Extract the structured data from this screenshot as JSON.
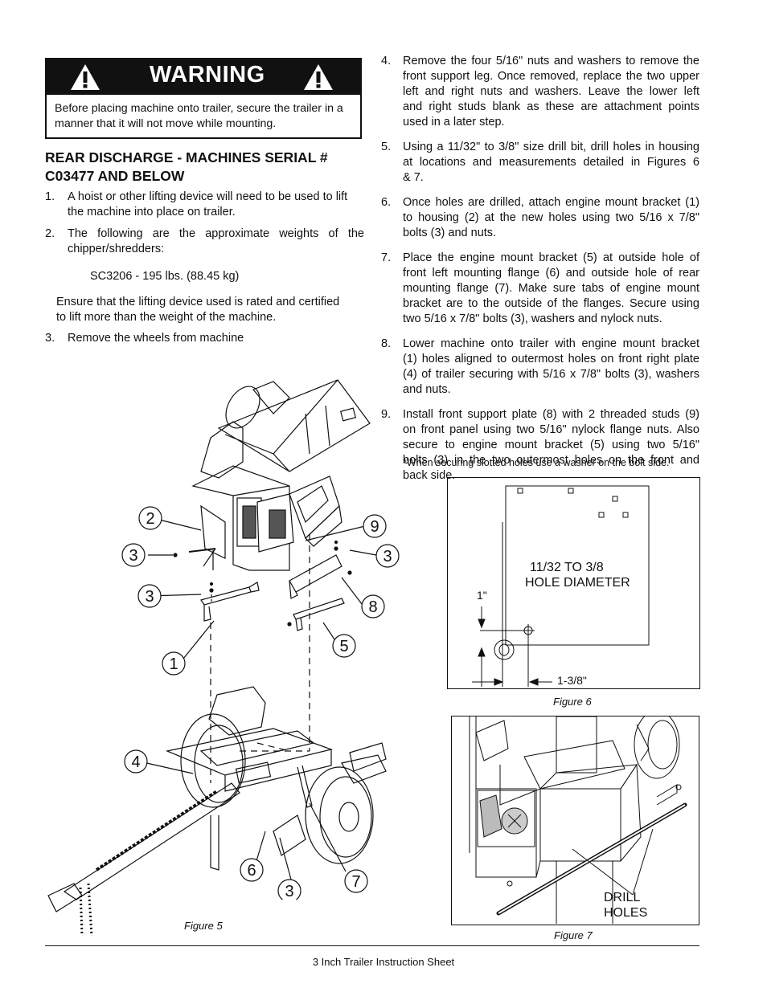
{
  "warning": {
    "title": "WARNING",
    "text": "Before placing machine onto trailer, secure the trailer in a manner that it will not move while mounting."
  },
  "section": {
    "heading_line1": "REAR DISCHARGE - MACHINES SERIAL #",
    "heading_line2": "C03477 AND BELOW"
  },
  "steps_left": [
    {
      "num": "1.",
      "line1": "A hoist or other lifting device will need to be used to lift",
      "line2": "the machine into place on trailer."
    },
    {
      "num": "2.",
      "line1": "The following are the approximate weights of the",
      "line2": "chipper/shredders:"
    },
    {
      "num": "3.",
      "line1": "Remove the wheels from machine",
      "line2": ""
    }
  ],
  "weight": "SC3206 - 195 lbs. (88.45 kg)",
  "ensure_line1": "Ensure that the lifting device used is rated and certified",
  "ensure_line2": "to lift more than the weight of the machine.",
  "steps_right": [
    {
      "num": "4.",
      "lines": [
        "Remove the four 5/16\" nuts and washers to remove the",
        "front support leg. Once removed, replace the two upper",
        "left and right nuts and washers. Leave the lower left",
        "and right studs blank as these are attachment points",
        "used in a later step."
      ]
    },
    {
      "num": "5.",
      "lines": [
        "Using a 11/32\" to 3/8\" size drill bit, drill holes in housing",
        "at locations and measurements detailed in Figures 6",
        "& 7."
      ]
    },
    {
      "num": "6.",
      "lines": [
        "Once holes are drilled, attach engine mount bracket (1)",
        "to housing (2) at the new holes using two 5/16 x 7/8\"",
        "bolts (3) and nuts."
      ]
    },
    {
      "num": "7.",
      "lines": [
        "Place the  engine mount bracket (5) at outside hole of",
        "front left mounting flange (6) and outside hole of rear",
        "mounting flange (7). Make sure tabs of engine mount",
        "bracket are to the outside of the flanges. Secure using",
        "two 5/16 x 7/8\" bolts (3), washers and nylock nuts."
      ]
    },
    {
      "num": "8.",
      "lines": [
        "Lower machine onto trailer with engine mount bracket",
        "(1) holes aligned to outermost holes on front right plate",
        "(4) of trailer securing with 5/16 x 7/8\" bolts (3), washers",
        "and nuts."
      ]
    },
    {
      "num": "9.",
      "lines": [
        "Install front support plate (8) with 2 threaded studs (9)",
        "on front panel using two 5/16\" nylock flange nuts. Also",
        "secure to engine mount bracket (5) using two 5/16\"",
        "bolts (3) in the two outermost holes on the front and",
        "back side."
      ]
    }
  ],
  "note": "*When securing slotted holes use a washer on the bolt side.",
  "figure5": {
    "caption": "Figure 5",
    "callouts": [
      "2",
      "3",
      "3",
      "1",
      "4",
      "6",
      "3",
      "7",
      "9",
      "3",
      "8",
      "5"
    ]
  },
  "figure6": {
    "caption": "Figure 6",
    "label_line1": "11/32 TO 3/8",
    "label_line2": "HOLE DIAMETER",
    "dim_vertical": "1\"",
    "dim_horizontal": "1-3/8\""
  },
  "figure7": {
    "caption": "Figure 7",
    "label_line1": "DRILL",
    "label_line2": "HOLES"
  },
  "footer": "3 Inch Trailer Instruction Sheet"
}
